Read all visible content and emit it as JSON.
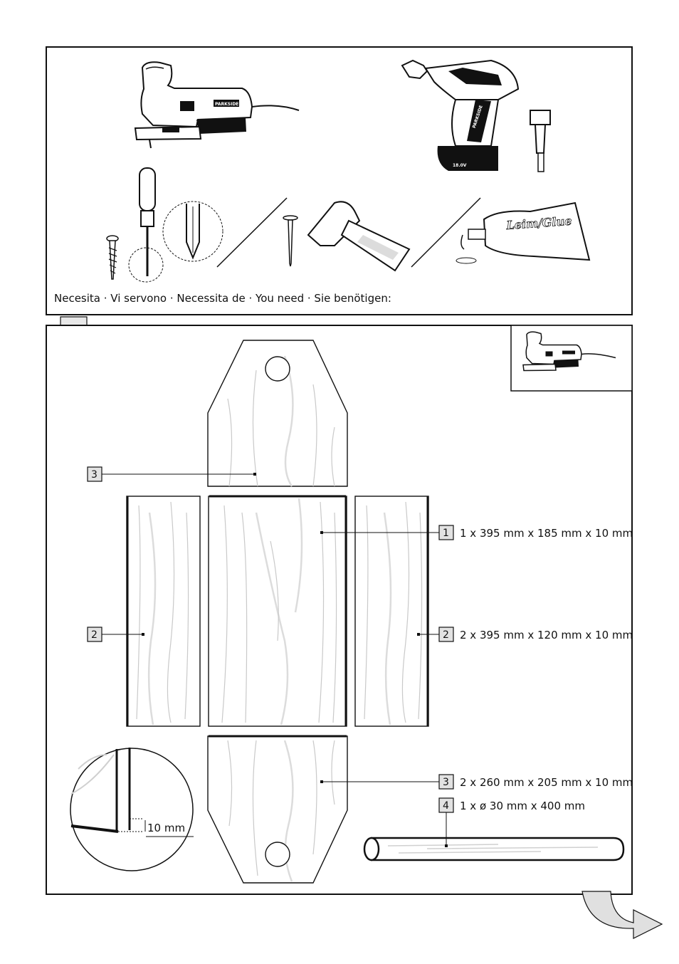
{
  "tools_panel": {
    "caption": "Necesita · Vi servono · Necessita de · You need · Sie benötigen:",
    "drill_label": "18.0V",
    "drill_brand": "PARKSIDE",
    "jigsaw_brand": "PARKSIDE",
    "glue_label": "Leim/Glue"
  },
  "parts": [
    {
      "number": "1",
      "spec": "1 x 395 mm x 185 mm x 10 mm"
    },
    {
      "number": "2",
      "spec": "2 x 395 mm x 120 mm x 10 mm"
    },
    {
      "number": "3",
      "spec": "2 x 260 mm x 205 mm x 10 mm"
    },
    {
      "number": "4",
      "spec": "1 x ø 30 mm x 400 mm"
    }
  ],
  "callouts": {
    "part3_top": "3",
    "part2_left": "2"
  },
  "detail": {
    "thickness": "10 mm"
  }
}
